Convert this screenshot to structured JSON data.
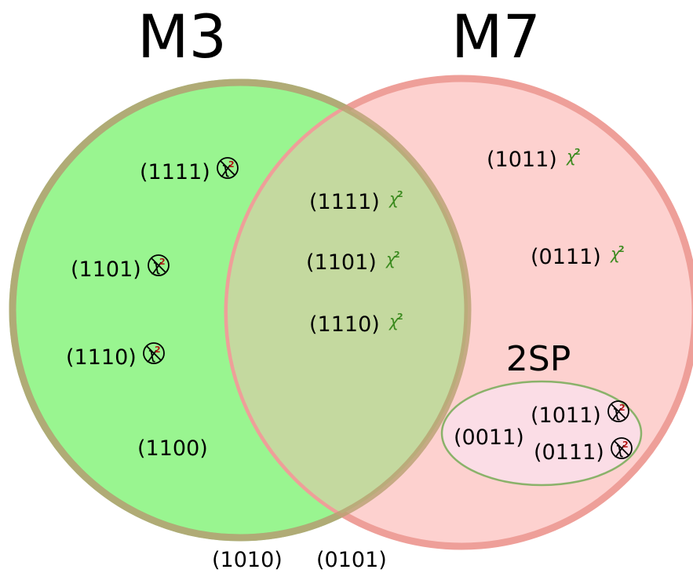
{
  "titles": {
    "left": "M3",
    "right": "M7",
    "subset": "2SP"
  },
  "colors": {
    "left_fill": "#99f590",
    "left_stroke": "#8fd48a",
    "right_fill": "#fdd1cf",
    "right_stroke": "#ee9f99",
    "overlap_fill": "#c4d99f",
    "subset_fill": "#fbdde6",
    "subset_stroke": "#8ab26a",
    "chi_pass": "#3a8a1e",
    "chi_fail_mark": "#b01010"
  },
  "chi_symbol": {
    "base": "χ",
    "sup": "2"
  },
  "regions": {
    "m3_only": [
      {
        "text": "(1111)",
        "mark": "fail"
      },
      {
        "text": "(1101)",
        "mark": "fail"
      },
      {
        "text": "(1110)",
        "mark": "fail"
      },
      {
        "text": "(1100)",
        "mark": "none"
      }
    ],
    "overlap": [
      {
        "text": "(1111)",
        "mark": "pass"
      },
      {
        "text": "(1101)",
        "mark": "pass"
      },
      {
        "text": "(1110)",
        "mark": "pass"
      }
    ],
    "m7_only": [
      {
        "text": "(1011)",
        "mark": "pass"
      },
      {
        "text": "(0111)",
        "mark": "pass"
      }
    ],
    "subset_2sp": [
      {
        "text": "(0011)",
        "mark": "none"
      },
      {
        "text": "(1011)",
        "mark": "fail"
      },
      {
        "text": "(0111)",
        "mark": "fail"
      }
    ],
    "outside": [
      {
        "text": "(1010)",
        "mark": "none"
      },
      {
        "text": "(0101)",
        "mark": "none"
      }
    ]
  }
}
